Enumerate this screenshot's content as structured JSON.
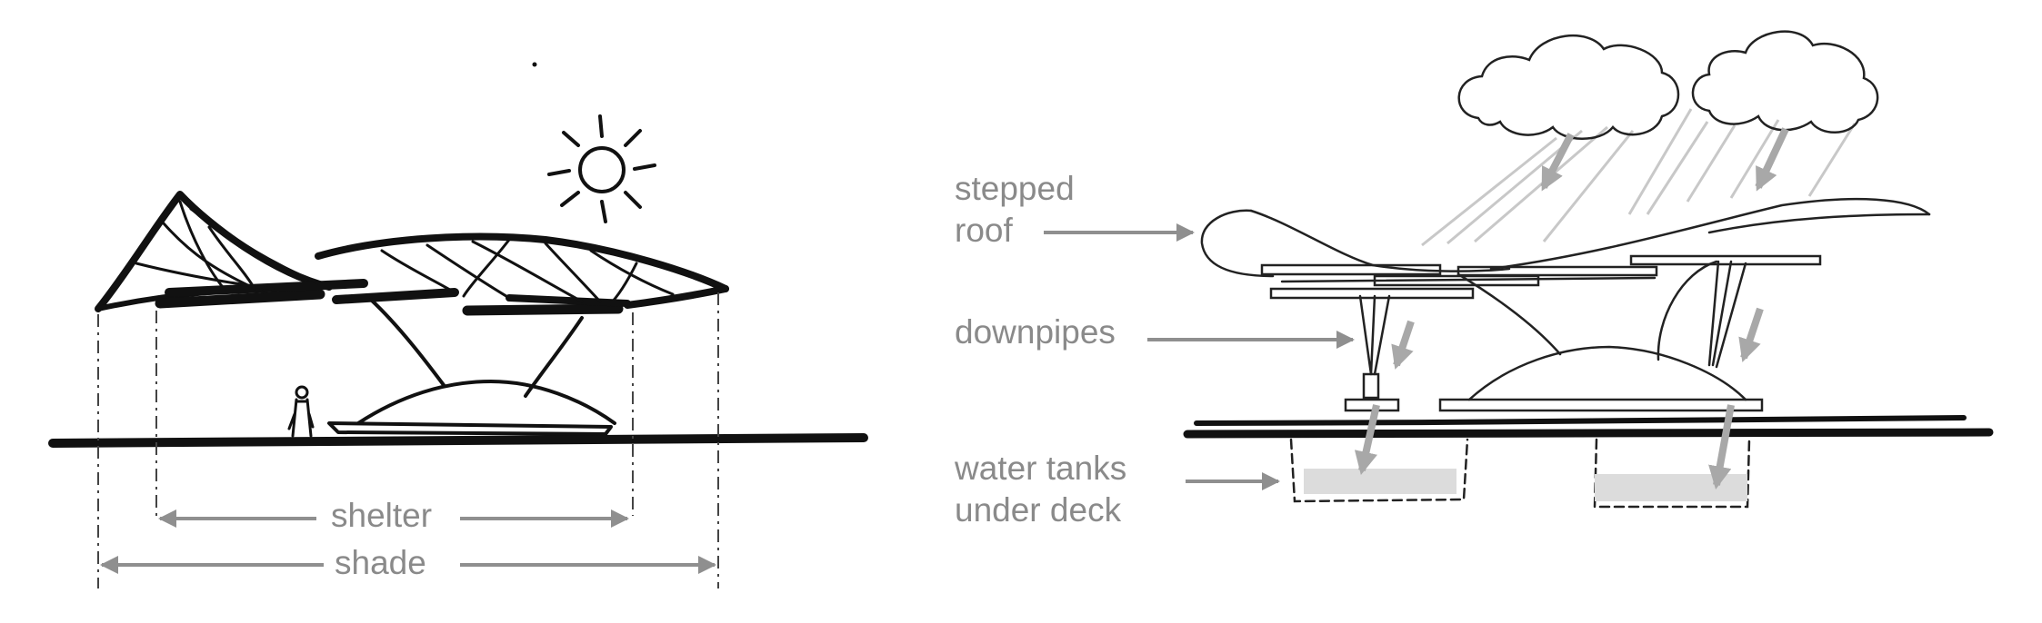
{
  "left_sketch": {
    "labels": {
      "shelter": "shelter",
      "shade": "shade"
    }
  },
  "right_sketch": {
    "labels": {
      "roof_line1": "stepped",
      "roof_line2": "roof",
      "downpipes": "downpipes",
      "tanks_line1": "water tanks",
      "tanks_line2": "under deck"
    }
  },
  "colors": {
    "ink": "#111111",
    "label": "#8a8a8a",
    "flow_arrow": "#9a9a9a",
    "tank_fill": "#dcdcdc"
  }
}
